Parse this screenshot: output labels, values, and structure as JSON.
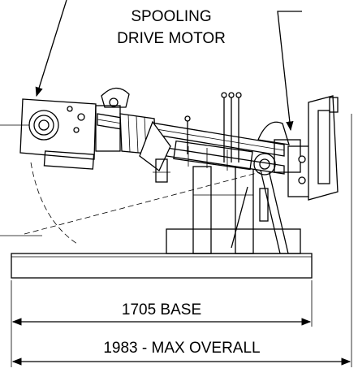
{
  "labels": {
    "spooling_line1": "SPOOLING",
    "spooling_line2": "DRIVE MOTOR",
    "dim_base": "1705 BASE",
    "dim_overall": "1983 - MAX OVERALL"
  },
  "colors": {
    "ink": "#000000",
    "paper": "#ffffff"
  }
}
